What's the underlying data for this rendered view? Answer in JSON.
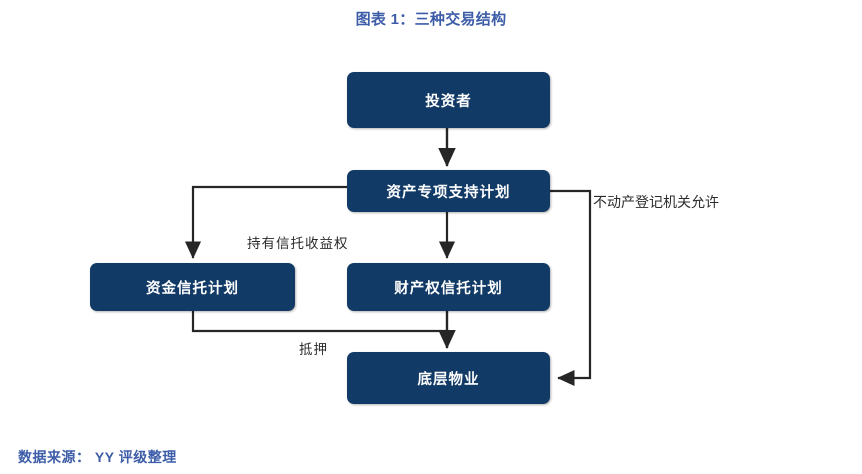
{
  "figure": {
    "title": "图表 1：三种交易结构",
    "title_color": "#3d5da8",
    "node_fill_color": "#123a66",
    "connector_color": "#262626"
  },
  "nodes": [
    {
      "id": "investor",
      "label": "投资者"
    },
    {
      "id": "abs_plan",
      "label": "资产专项支持计划"
    },
    {
      "id": "fund_trust",
      "label": "资金信托计划"
    },
    {
      "id": "prop_trust",
      "label": "财产权信托计划"
    },
    {
      "id": "underlying",
      "label": "底层物业"
    }
  ],
  "edge_labels": {
    "hold_trust_beneficiary": "持有信托收益权",
    "mortgage": "抵押",
    "registry_permission": "不动产登记机关允许"
  },
  "footer": {
    "source": "数据来源： YY 评级整理"
  }
}
